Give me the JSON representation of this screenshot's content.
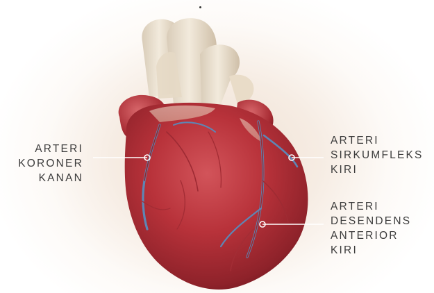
{
  "figure": {
    "labels": {
      "right_coronary_artery": [
        "ARTERI",
        "KORONER",
        "KANAN"
      ],
      "left_circumflex_artery": [
        "ARTERI",
        "SIRKUMFLEKS",
        "KIRI"
      ],
      "left_anterior_descending_artery": [
        "ARTERI",
        "DESENDENS",
        "ANTERIOR",
        "KIRI"
      ]
    }
  },
  "colors": {
    "muscle": "#b8323a",
    "muscle_dark": "#7e1c24",
    "vessel_top": "#ece1cf",
    "coronary_vein": "#5d86b5",
    "label_text": "#3c3c3c",
    "callout": "#ffffff"
  }
}
